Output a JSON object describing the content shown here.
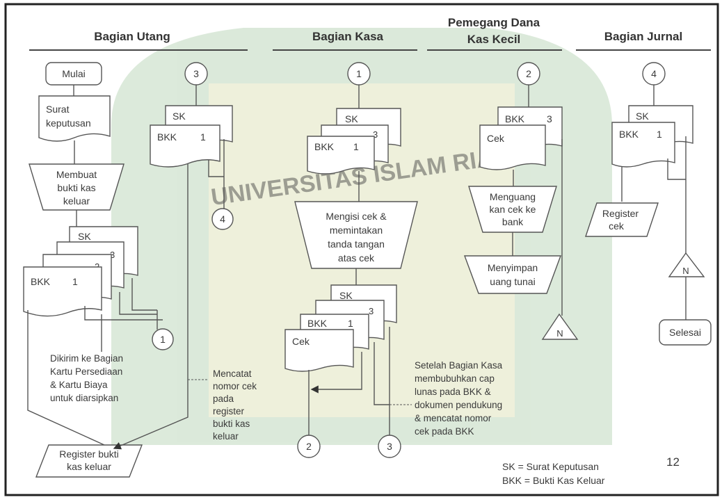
{
  "columns": {
    "utang": "Bagian Utang",
    "kasa": "Bagian Kasa",
    "pemegang_1": "Pemegang Dana",
    "pemegang_2": "Kas Kecil",
    "jurnal": "Bagian Jurnal"
  },
  "watermark": "UNIVERSITAS ISLAM RIAU",
  "utang": {
    "start": "Mulai",
    "surat_1": "Surat",
    "surat_2": "keputusan",
    "membuat_1": "Membuat",
    "membuat_2": "bukti kas",
    "membuat_3": "keluar",
    "doc_sk": "SK",
    "doc_3": "3",
    "doc_2": "2",
    "doc_bkk": "BKK",
    "doc_1": "1",
    "conn_3": "3",
    "top_sk": "SK",
    "top_bkk": "BKK",
    "top_1": "1",
    "conn_4": "4",
    "conn_1": "1",
    "dikirim": [
      "Dikirim ke Bagian",
      "Kartu Persediaan",
      "& Kartu Biaya",
      "untuk diarsipkan"
    ],
    "register_1": "Register bukti",
    "register_2": "kas keluar",
    "mencatat": [
      "Mencatat",
      "nomor cek",
      "pada",
      "register",
      "bukti kas",
      "keluar"
    ]
  },
  "kasa": {
    "conn_1": "1",
    "top_sk": "SK",
    "top_3": "3",
    "top_bkk": "BKK",
    "top_1": "1",
    "mengisi": [
      "Mengisi cek &",
      "memintakan",
      "tanda tangan",
      "atas cek"
    ],
    "bot_sk": "SK",
    "bot_3": "3",
    "bot_bkk": "BKK",
    "bot_1": "1",
    "bot_cek": "Cek",
    "conn_2": "2",
    "conn_3": "3",
    "setelah": [
      "Setelah Bagian Kasa",
      "membubuhkan cap",
      "lunas pada BKK &",
      "dokumen pendukung",
      "& mencatat nomor",
      "cek pada BKK"
    ]
  },
  "pemegang": {
    "conn_2": "2",
    "bkk": "BKK",
    "bkk_3": "3",
    "cek": "Cek",
    "menguang": [
      "Menguang",
      "kan cek ke",
      "bank"
    ],
    "menyimpan": [
      "Menyimpan",
      "uang tunai"
    ],
    "file_n": "N"
  },
  "jurnal": {
    "conn_4": "4",
    "sk": "SK",
    "bkk": "BKK",
    "bkk_1": "1",
    "register_1": "Register",
    "register_2": "cek",
    "file_n": "N",
    "selesai": "Selesai"
  },
  "legend": {
    "sk": "SK = Surat Keputusan",
    "bkk": "BKK = Bukti Kas Keluar"
  },
  "page_number": "12"
}
